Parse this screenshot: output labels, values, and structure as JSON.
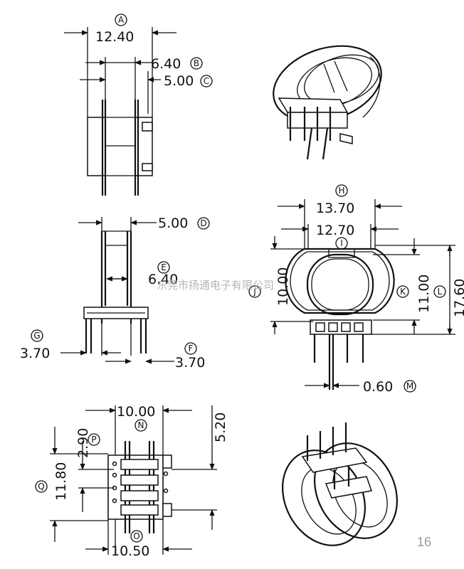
{
  "page_number": "16",
  "watermark": "东莞市扬通电子有限公司",
  "dimensions": [
    {
      "key": "A",
      "value": "12.40"
    },
    {
      "key": "B",
      "value": "6.40"
    },
    {
      "key": "C",
      "value": "5.00"
    },
    {
      "key": "D",
      "value": "5.00"
    },
    {
      "key": "E",
      "value": "6.40"
    },
    {
      "key": "F",
      "value": "3.70"
    },
    {
      "key": "G",
      "value": "3.70"
    },
    {
      "key": "H",
      "value": "13.70"
    },
    {
      "key": "I",
      "value": "12.70"
    },
    {
      "key": "J",
      "value": "10.00"
    },
    {
      "key": "K",
      "value": "11.00"
    },
    {
      "key": "L",
      "value": "17.60"
    },
    {
      "key": "M",
      "value": "0.60"
    },
    {
      "key": "N",
      "value": "10.00"
    },
    {
      "key": "O",
      "value": "10.50"
    },
    {
      "key": "P",
      "value": "2.90"
    },
    {
      "key": "Q",
      "value": "11.80"
    },
    {
      "key": "R",
      "value": "5.20"
    }
  ]
}
